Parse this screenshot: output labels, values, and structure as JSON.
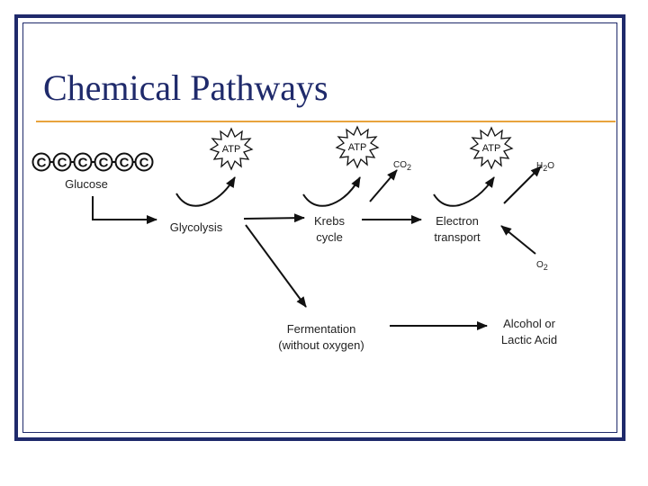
{
  "slide": {
    "title": "Chemical Pathways",
    "accent_color": "#e8a33d",
    "frame_color": "#1f2a6b"
  },
  "diagram": {
    "glucose": {
      "atom_symbols": [
        "C",
        "C",
        "C",
        "C",
        "C",
        "C"
      ],
      "label": "Glucose"
    },
    "nodes": {
      "glycolysis": "Glycolysis",
      "krebs_line1": "Krebs",
      "krebs_line2": "cycle",
      "electron_line1": "Electron",
      "electron_line2": "transport",
      "fermentation_line1": "Fermentation",
      "fermentation_line2": "(without oxygen)",
      "alcohol_line1": "Alcohol or",
      "alcohol_line2": "Lactic Acid"
    },
    "atp_label": "ATP",
    "molecules": {
      "co2_main": "CO",
      "co2_sub": "2",
      "h2o_main_h": "H",
      "h2o_sub": "2",
      "h2o_main_o": "O",
      "o2_main": "O",
      "o2_sub": "2"
    }
  }
}
